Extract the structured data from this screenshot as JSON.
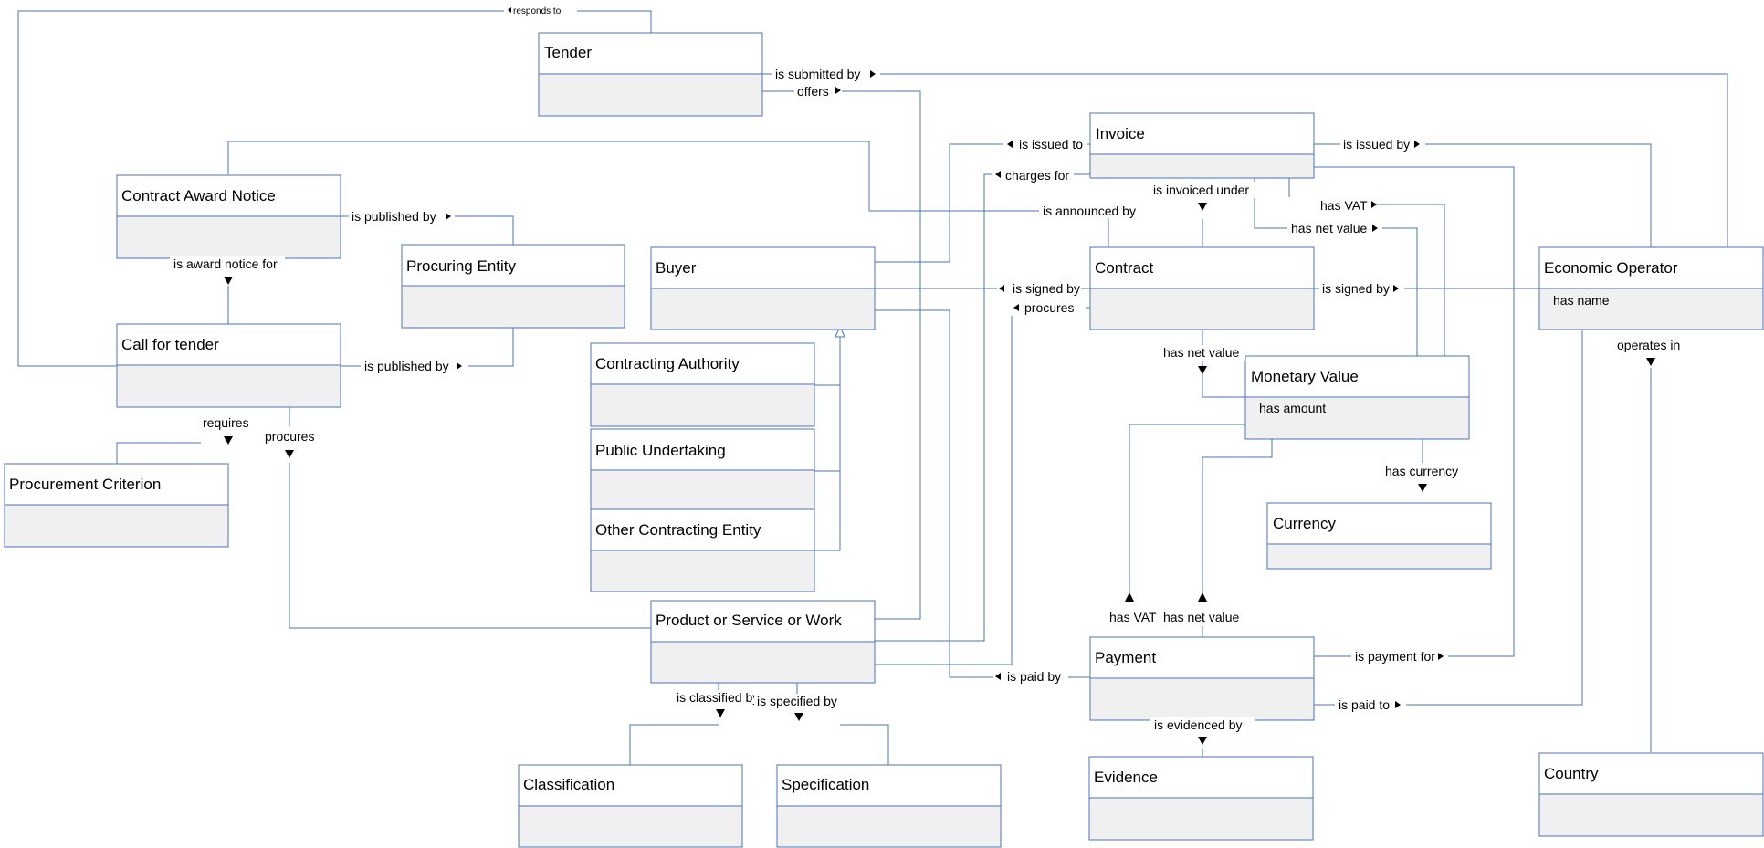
{
  "classes": {
    "tender": {
      "name": "Tender"
    },
    "contract_award_notice": {
      "name": "Contract Award Notice"
    },
    "procuring_entity": {
      "name": "Procuring Entity"
    },
    "buyer": {
      "name": "Buyer"
    },
    "call_for_tender": {
      "name": "Call for tender"
    },
    "contracting_authority": {
      "name": "Contracting Authority"
    },
    "public_undertaking": {
      "name": "Public Undertaking"
    },
    "other_contracting_entity": {
      "name": "Other Contracting Entity"
    },
    "procurement_criterion": {
      "name": "Procurement Criterion"
    },
    "product_service_work": {
      "name": "Product or Service or Work"
    },
    "classification": {
      "name": "Classification"
    },
    "specification": {
      "name": "Specification"
    },
    "invoice": {
      "name": "Invoice"
    },
    "contract": {
      "name": "Contract"
    },
    "monetary_value": {
      "name": "Monetary Value",
      "attribute": "has amount"
    },
    "currency": {
      "name": "Currency"
    },
    "payment": {
      "name": "Payment"
    },
    "evidence": {
      "name": "Evidence"
    },
    "economic_operator": {
      "name": "Economic Operator",
      "attribute": "has name"
    },
    "country": {
      "name": "Country"
    }
  },
  "relations": {
    "responds_to": "responds to",
    "is_submitted_by": "is submitted by",
    "offers": "offers",
    "is_issued_to": "is issued to",
    "invoice_is_issued_by": "is issued by",
    "charges_for": "charges for",
    "cn_is_published_by": "is published by",
    "is_announced_by": "is announced by",
    "is_invoiced_under": "is invoiced under",
    "has_vat_top": "has VAT",
    "has_net_value_top": "has net value",
    "is_award_notice_for": "is award notice for",
    "is_signed_by_left": "is signed by",
    "is_signed_by_right": "is signed by",
    "contract_procures": "procures",
    "cft_is_published_by": "is published by",
    "contract_has_net_value": "has net value",
    "operates_in": "operates in",
    "requires": "requires",
    "cft_procures": "procures",
    "has_currency": "has currency",
    "has_vat_bottom": "has VAT",
    "has_net_value_bottom": "has net value",
    "is_payment_for": "is payment for",
    "is_paid_by": "is paid by",
    "is_paid_to": "is paid to",
    "is_classified_by": "is classified by",
    "is_specified_by": "is specified by",
    "is_evidenced_by": "is evidenced by"
  },
  "colors": {
    "line": "#4a73b8",
    "header_fill": "#ffffff",
    "body_fill": "#f0f0f0"
  }
}
